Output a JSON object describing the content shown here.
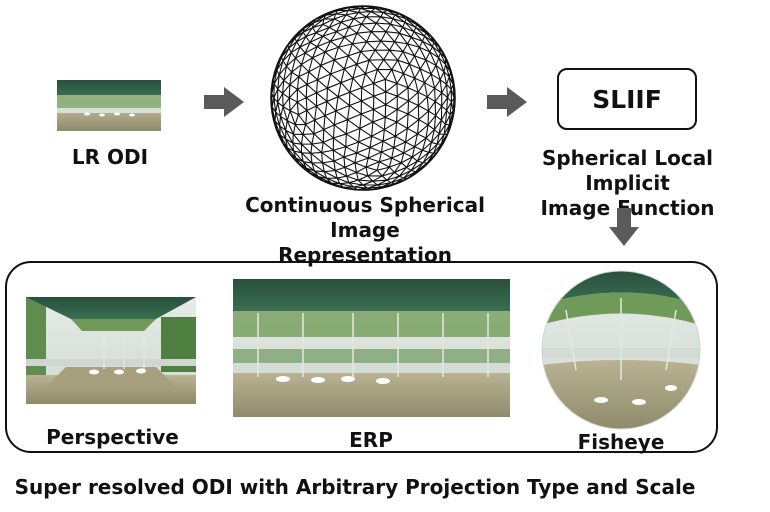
{
  "labels": {
    "lr_odi": "LR ODI",
    "continuous_line1": "Continuous Spherical",
    "continuous_line2": "Image Representation",
    "sliif_box": "SLIIF",
    "sliif_desc_line1": "Spherical Local Implicit",
    "sliif_desc_line2": "Image Function",
    "perspective": "Perspective",
    "erp": "ERP",
    "fisheye": "Fisheye",
    "caption": "Super resolved ODI with Arbitrary Projection Type and Scale"
  },
  "colors": {
    "arrow": "#5a5a5a",
    "canopy": "#2f5e46",
    "foliage": "#6f9a58",
    "ground": "#a9a182",
    "sky": "#dfe6e3",
    "sphere_line": "#111111"
  },
  "icons": [
    "arrow-right-icon",
    "arrow-down-icon",
    "geodesic-sphere-icon"
  ]
}
